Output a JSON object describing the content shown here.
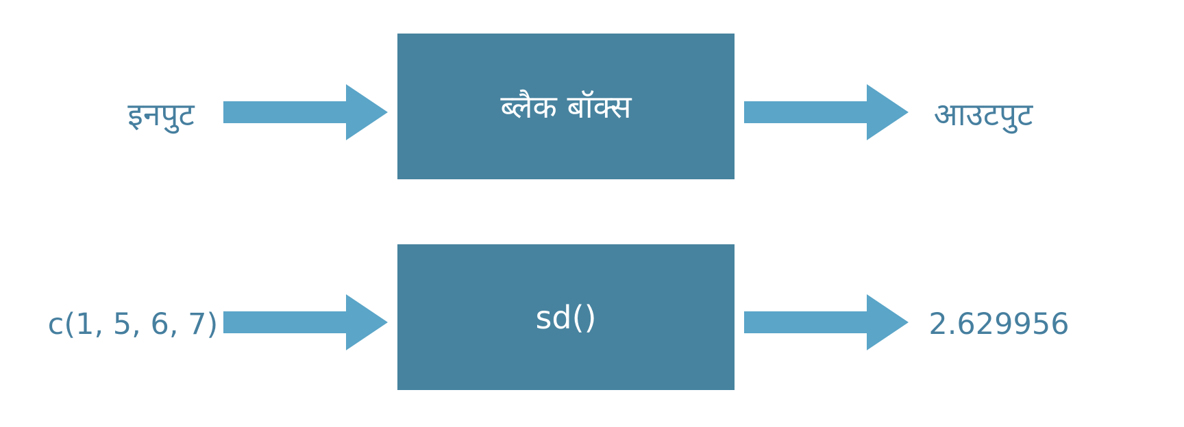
{
  "diagram": {
    "rows": [
      {
        "input_label": "इनपुट",
        "box_label": "ब्लैक बॉक्स",
        "output_label": "आउटपुट"
      },
      {
        "input_label": "c(1, 5, 6, 7)",
        "box_label": "sd()",
        "output_label": "2.629956"
      }
    ],
    "colors": {
      "box_fill": "#47839f",
      "arrow_fill": "#5aa5c8",
      "text_color": "#467f9f",
      "box_text": "#ffffff"
    }
  }
}
